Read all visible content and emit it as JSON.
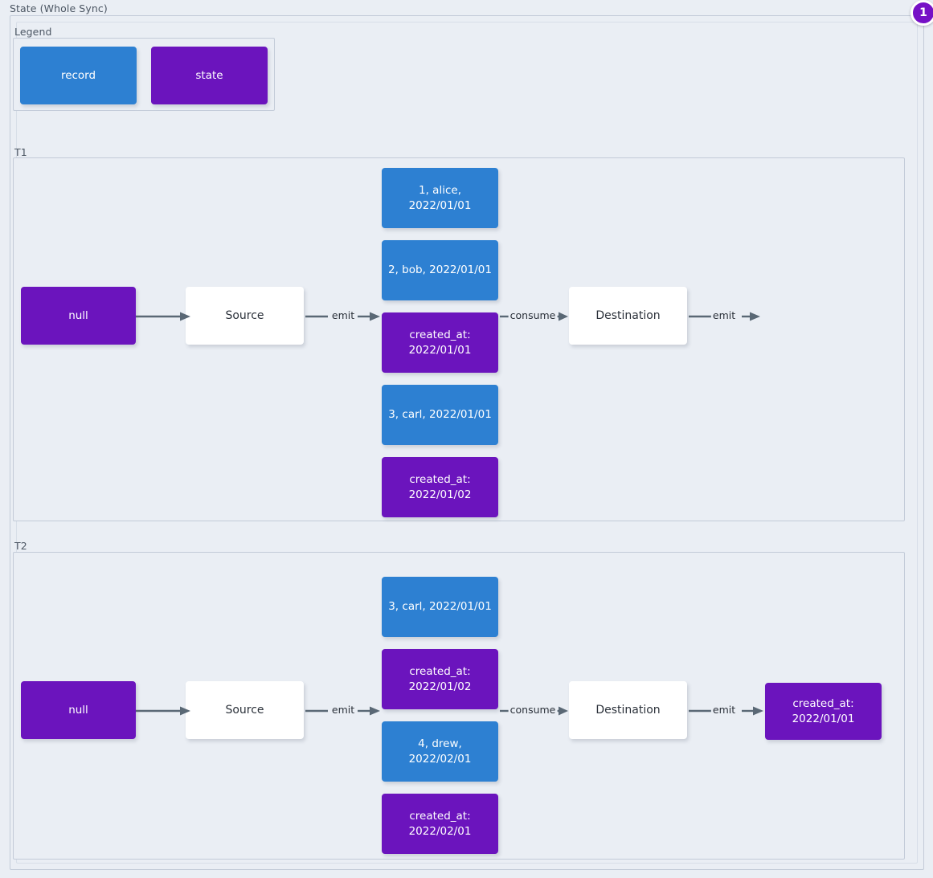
{
  "diagram": {
    "title": "State (Whole Sync)",
    "badge": "1"
  },
  "legend": {
    "title": "Legend",
    "items": [
      {
        "label": "record",
        "kind": "record",
        "color": "#2d80d2"
      },
      {
        "label": "state",
        "kind": "state",
        "color": "#6b14bd"
      }
    ]
  },
  "colors": {
    "record": "#2d80d2",
    "state": "#6b14bd",
    "plain": "#ffffff",
    "background": "#eaeef4",
    "frame_border": "#c3cbd8",
    "edge": "#5a6875",
    "badge": "#7611c6"
  },
  "sections": [
    {
      "label": "T1",
      "nodes": {
        "initial_state": "null",
        "source": "Source",
        "destination": "Destination",
        "stream": [
          {
            "kind": "record",
            "text": "1, alice, 2022/01/01"
          },
          {
            "kind": "record",
            "text": "2, bob, 2022/01/01"
          },
          {
            "kind": "state",
            "text": "created_at:\n2022/01/01"
          },
          {
            "kind": "record",
            "text": "3, carl, 2022/01/01"
          },
          {
            "kind": "state",
            "text": "created_at:\n2022/01/02"
          }
        ],
        "final_state": null
      },
      "edges": [
        {
          "label": ""
        },
        {
          "label": "emit"
        },
        {
          "label": "consume"
        },
        {
          "label": "emit"
        }
      ]
    },
    {
      "label": "T2",
      "nodes": {
        "initial_state": "null",
        "source": "Source",
        "destination": "Destination",
        "stream": [
          {
            "kind": "record",
            "text": "3, carl, 2022/01/01"
          },
          {
            "kind": "state",
            "text": "created_at:\n2022/01/02"
          },
          {
            "kind": "record",
            "text": "4, drew, 2022/02/01"
          },
          {
            "kind": "state",
            "text": "created_at:\n2022/02/01"
          }
        ],
        "final_state": "created_at:\n2022/01/01"
      },
      "edges": [
        {
          "label": ""
        },
        {
          "label": "emit"
        },
        {
          "label": "consume"
        },
        {
          "label": "emit"
        }
      ]
    }
  ]
}
